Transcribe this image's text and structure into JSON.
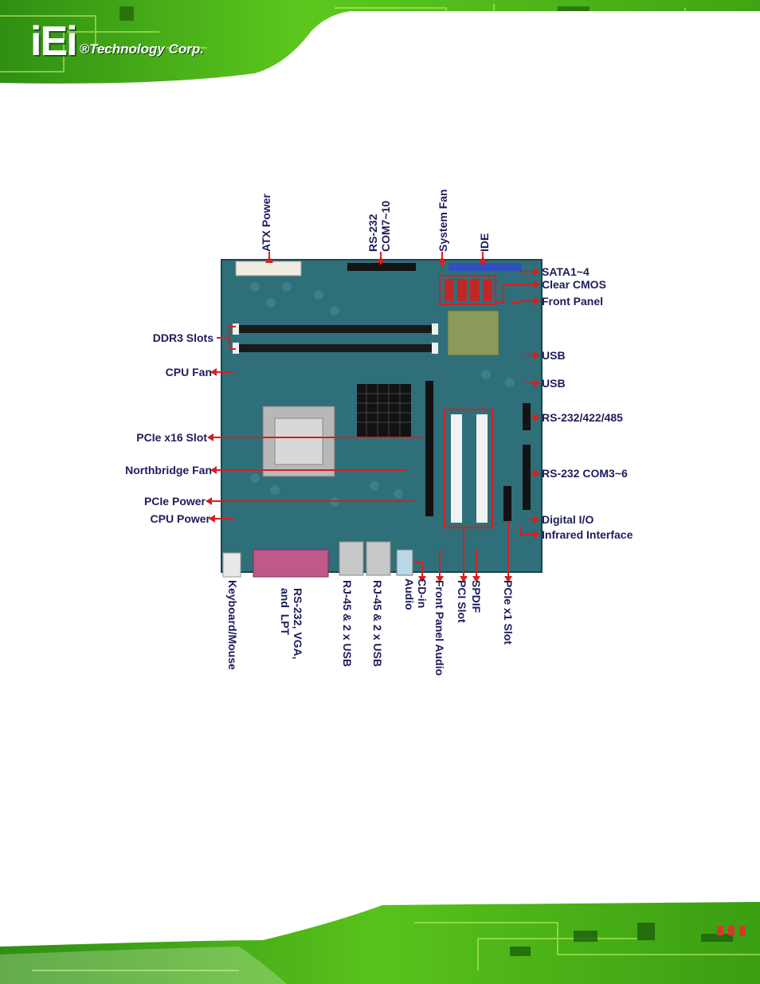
{
  "header": {
    "logo_mark": "iEi",
    "logo_text": "®Technology Corp."
  },
  "board": {
    "labels_left": {
      "ddr3_slots": "DDR3  Slots",
      "cpu_fan": "CPU Fan",
      "pcie_x16_slot": "PCIe x16 Slot",
      "northbridge_fan": "Northbridge Fan",
      "pcie_power": "PCIe Power",
      "cpu_power": "CPU Power"
    },
    "labels_right": {
      "sata": "SATA1~4",
      "clear_cmos": "Clear CMOS",
      "front_panel": "Front Panel",
      "usb_1": "USB",
      "usb_2": "USB",
      "rs232_422_485": "RS-232/422/485",
      "rs232_com3_6": "RS-232 COM3~6",
      "digital_io": "Digital I/O",
      "infrared": "Infrared Interface"
    },
    "labels_top": {
      "atx_power": "ATX Power",
      "rs232_com7_10": "RS-232\nCOM7~10",
      "system_fan": "System Fan",
      "ide": "IDE"
    },
    "labels_bottom": {
      "keyboard_mouse": "Keyboard/Mouse",
      "rs232_vga_lpt": "RS-232, VGA,\nand  LPT",
      "rj45_usb_1": "RJ-45 & 2 x USB",
      "rj45_usb_2": "RJ-45 & 2 x USB",
      "cd_in_audio": "CD-in\nAudio",
      "front_panel_audio": "Front Panel Audio",
      "pci_slot": "PCI Slot",
      "spdif": "SPDIF",
      "pcie_x1_slot": "PCIe x1 Slot"
    }
  },
  "colors": {
    "accent_red": "#d42020",
    "label_navy": "#1d1d5c",
    "pcb_teal": "#2f6f7a",
    "header_green": "#5fbf1c"
  }
}
